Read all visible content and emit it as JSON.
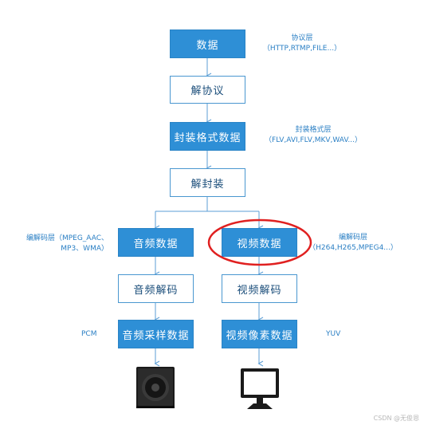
{
  "boxes": {
    "data": "数据",
    "deprotocol": "解协议",
    "container_data": "封装格式数据",
    "demux": "解封装",
    "audio_data": "音频数据",
    "video_data": "视频数据",
    "audio_decode": "音频解码",
    "video_decode": "视频解码",
    "audio_sample": "音频采样数据",
    "video_pixel": "视频像素数据"
  },
  "notes": {
    "protocol_layer": "协议层",
    "protocol_examples": "（HTTP,RTMP,FILE...）",
    "container_layer": "封装格式层",
    "container_examples": "（FLV,AVI,FLV,MKV,WAV...）",
    "audio_codec_line1": "编解码层（MPEG_AAC、",
    "audio_codec_line2": "MP3、WMA）",
    "video_codec_layer": "编解码层",
    "video_codec_examples": "（H264,H265,MPEG4...）",
    "pcm": "PCM",
    "yuv": "YUV"
  },
  "devices": [
    "speaker-icon",
    "monitor-icon"
  ],
  "highlight_color": "#e02020",
  "watermark": "CSDN @无俊恩"
}
